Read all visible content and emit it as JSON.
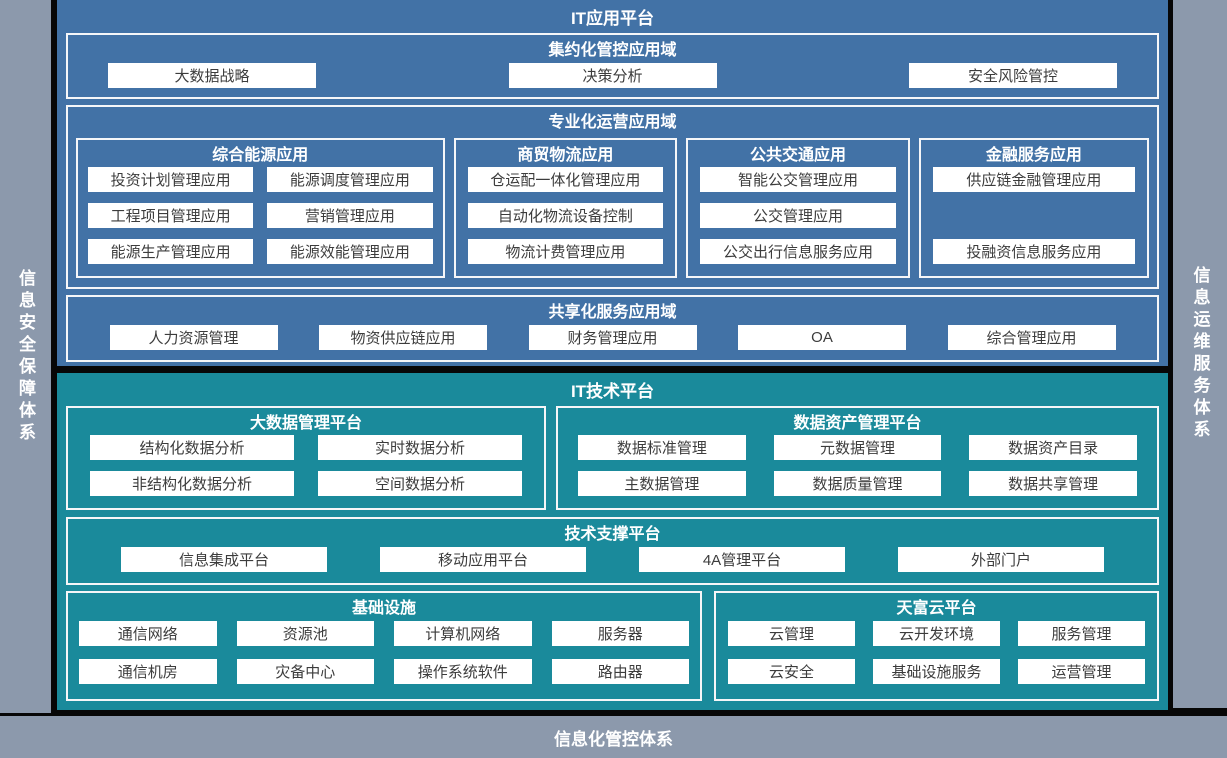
{
  "colors": {
    "frame_band": "#8C99AC",
    "app_platform_bg": "#4272A6",
    "tech_platform_bg": "#1A8A9B",
    "outline_black": "#070707",
    "box_bg": "#FFFFFF",
    "box_text": "#3C3C3C",
    "title_text": "#FFFFFF"
  },
  "frame": {
    "left_label": "信息安全保障体系",
    "right_label": "信息运维服务体系",
    "bottom_label": "信息化管控体系"
  },
  "app": {
    "title": "IT应用平台",
    "intensive": {
      "title": "集约化管控应用域",
      "items": [
        "大数据战略",
        "决策分析",
        "安全风险管控"
      ]
    },
    "specialized": {
      "title": "专业化运营应用域",
      "groups": [
        {
          "title": "综合能源应用",
          "items": [
            "投资计划管理应用",
            "能源调度管理应用",
            "工程项目管理应用",
            "营销管理应用",
            "能源生产管理应用",
            "能源效能管理应用"
          ]
        },
        {
          "title": "商贸物流应用",
          "items": [
            "仓运配一体化管理应用",
            "自动化物流设备控制",
            "物流计费管理应用"
          ]
        },
        {
          "title": "公共交通应用",
          "items": [
            "智能公交管理应用",
            "公交管理应用",
            "公交出行信息服务应用"
          ]
        },
        {
          "title": "金融服务应用",
          "items": [
            "供应链金融管理应用",
            "投融资信息服务应用"
          ]
        }
      ]
    },
    "shared": {
      "title": "共享化服务应用域",
      "items": [
        "人力资源管理",
        "物资供应链应用",
        "财务管理应用",
        "OA",
        "综合管理应用"
      ]
    }
  },
  "tech": {
    "title": "IT技术平台",
    "bigdata": {
      "title": "大数据管理平台",
      "items": [
        "结构化数据分析",
        "实时数据分析",
        "非结构化数据分析",
        "空间数据分析"
      ]
    },
    "asset": {
      "title": "数据资产管理平台",
      "items": [
        "数据标准管理",
        "元数据管理",
        "数据资产目录",
        "主数据管理",
        "数据质量管理",
        "数据共享管理"
      ]
    },
    "support": {
      "title": "技术支撑平台",
      "items": [
        "信息集成平台",
        "移动应用平台",
        "4A管理平台",
        "外部门户"
      ]
    },
    "infra": {
      "title": "基础设施",
      "items": [
        "通信网络",
        "资源池",
        "计算机网络",
        "服务器",
        "通信机房",
        "灾备中心",
        "操作系统软件",
        "路由器"
      ]
    },
    "cloud": {
      "title": "天富云平台",
      "items": [
        "云管理",
        "云开发环境",
        "服务管理",
        "云安全",
        "基础设施服务",
        "运营管理"
      ]
    }
  }
}
